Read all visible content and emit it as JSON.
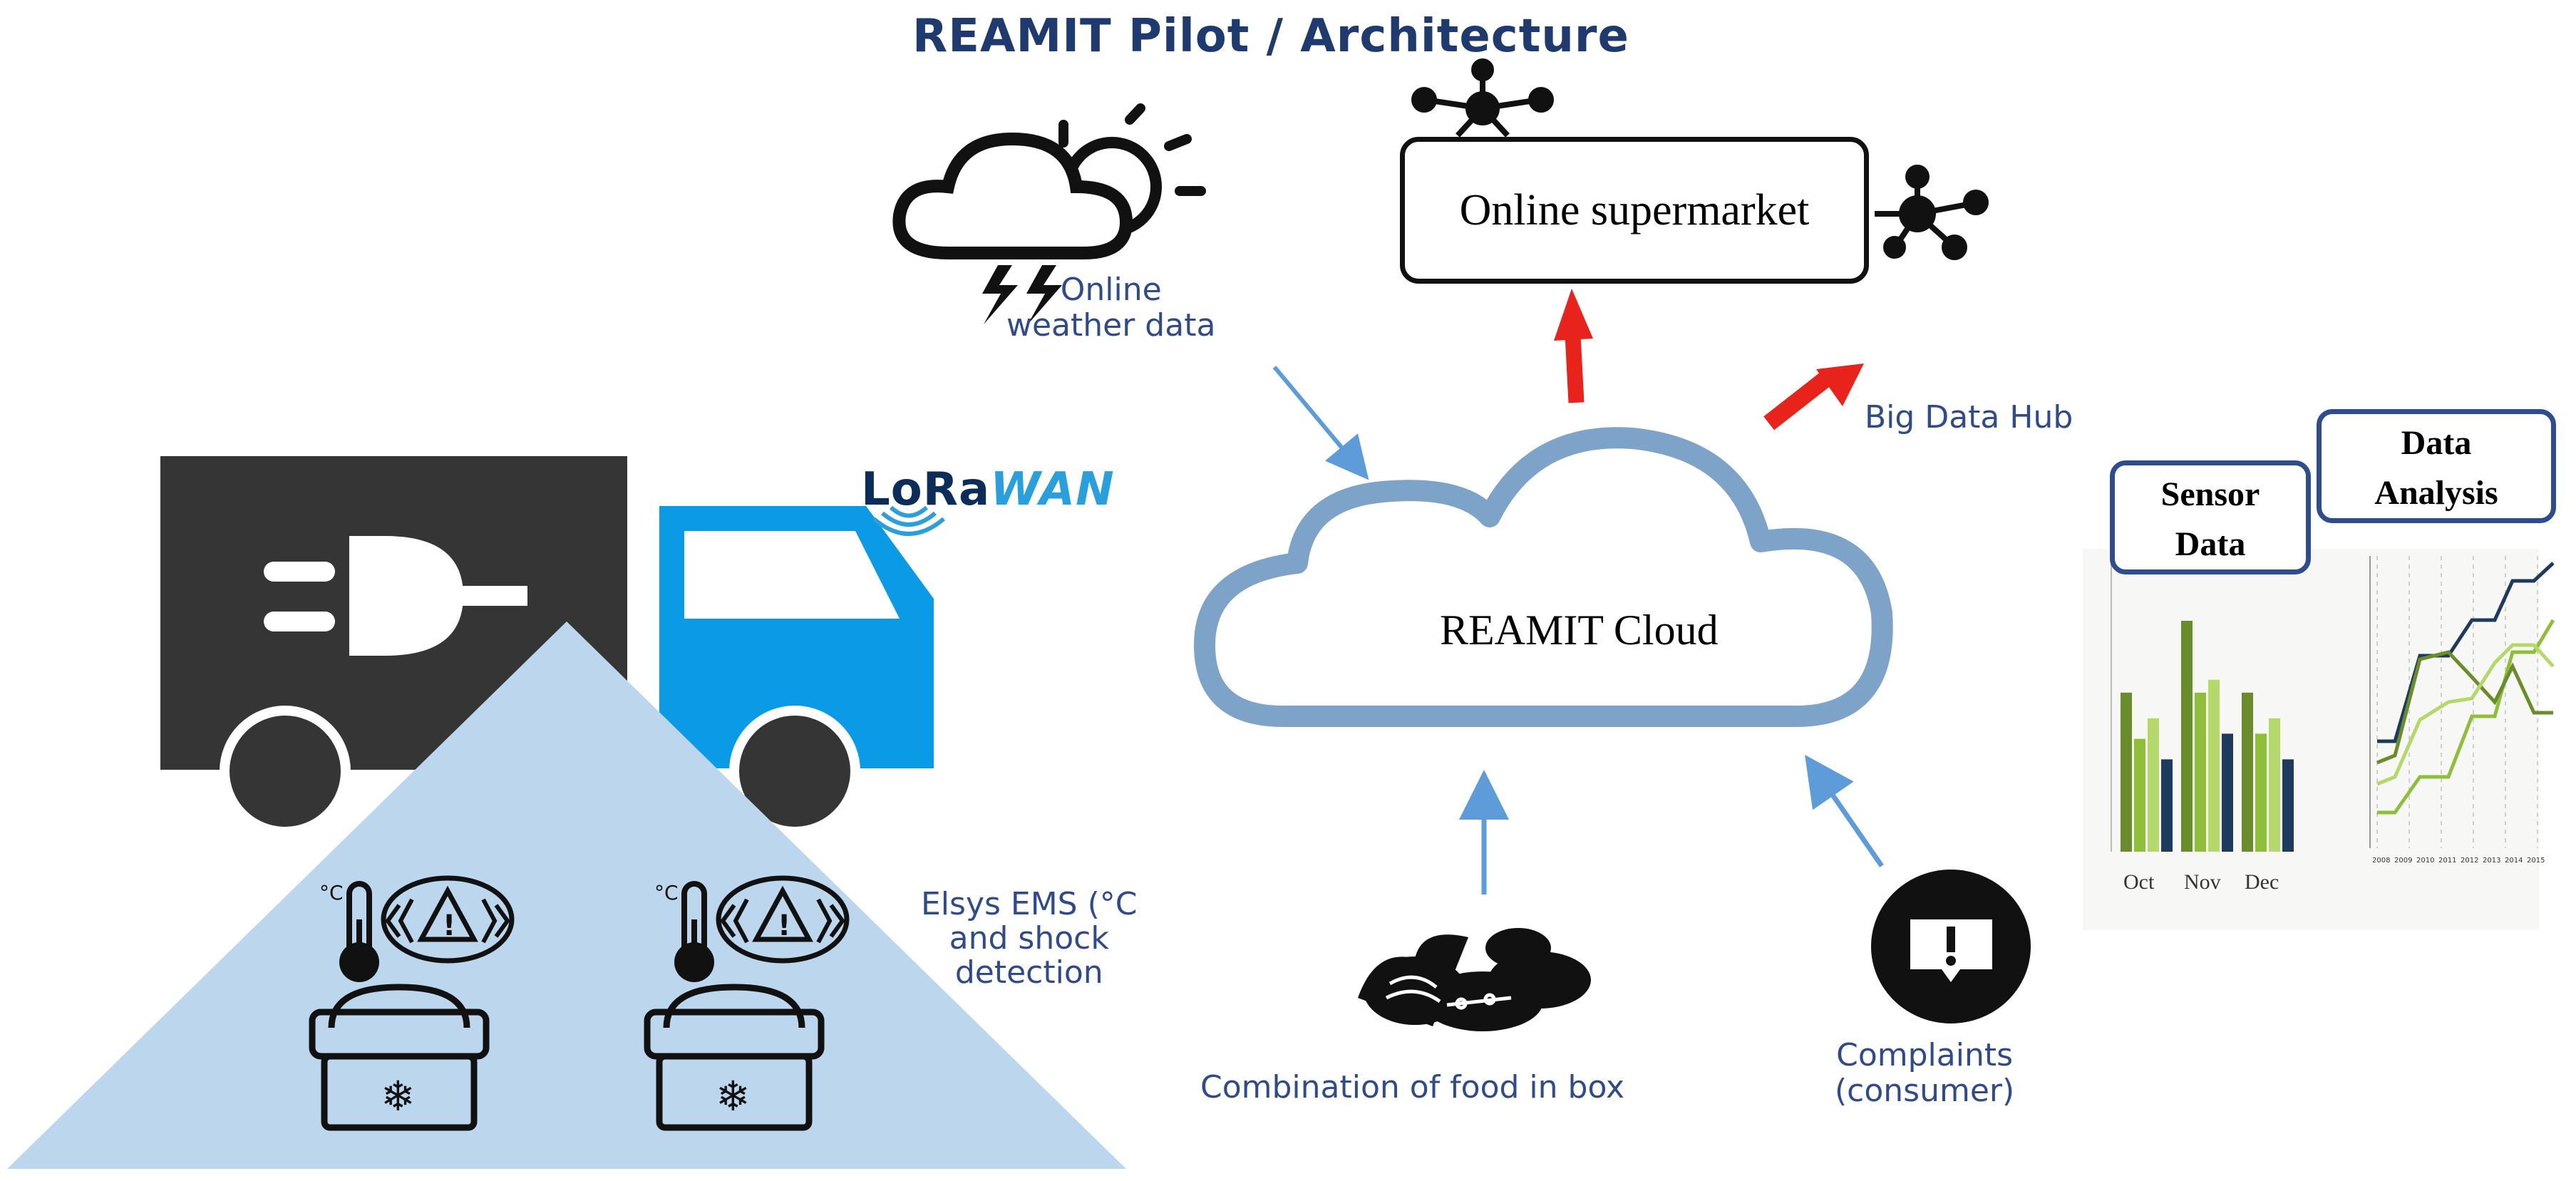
{
  "title": "REAMIT Pilot / Architecture",
  "labels": {
    "weather_line1": "Online",
    "weather_line2": "weather data",
    "supermarket": "Online supermarket",
    "big_data_hub": "Big Data Hub",
    "cloud": "REAMIT Cloud",
    "sensor_line1": "Sensor",
    "sensor_line2": "Data",
    "analysis_line1": "Data",
    "analysis_line2": "Analysis",
    "lorawan_prefix": "LoRa",
    "lorawan_suffix": "WAN",
    "elsys_line1": "Elsys EMS (°C",
    "elsys_line2": "and shock",
    "elsys_line3": "detection",
    "food": "Combination of food in box",
    "complaints_line1": "Complaints",
    "complaints_line2": "(consumer)"
  },
  "sensor_chart": {
    "categories": [
      "Oct",
      "Nov",
      "Dec"
    ],
    "series_colors": [
      "#6b8c2a",
      "#8fbf3a",
      "#b5d86a",
      "#1e3a5c"
    ],
    "values": [
      [
        0.62,
        0.44,
        0.52,
        0.36
      ],
      [
        0.9,
        0.62,
        0.67,
        0.46
      ],
      [
        0.62,
        0.46,
        0.52,
        0.36
      ]
    ]
  },
  "analysis_chart": {
    "x_ticks": [
      "2008",
      "2009",
      "2010",
      "2011",
      "2012",
      "2013",
      "2014",
      "2015"
    ],
    "series_colors": [
      "#1e3a5c",
      "#8fbf3a",
      "#6b8c2a",
      "#b5d86a"
    ]
  },
  "colors": {
    "title": "#1f3a6e",
    "truck_dark": "#353535",
    "truck_blue": "#0a9ae6",
    "triangle": "#bcd6ee",
    "cloud_outline": "#7ea3c8",
    "arrow_blue": "#5d9bd9",
    "arrow_red": "#e8231c",
    "panel_border": "#2d4d8e"
  },
  "icons": [
    "weather-cloud-sun-storm-icon",
    "network-node-icon",
    "plug-icon",
    "thermometer-icon",
    "shock-warning-icon",
    "cooler-box-icon",
    "vegetables-icon",
    "complaint-alert-icon",
    "wifi-signal-icon"
  ]
}
